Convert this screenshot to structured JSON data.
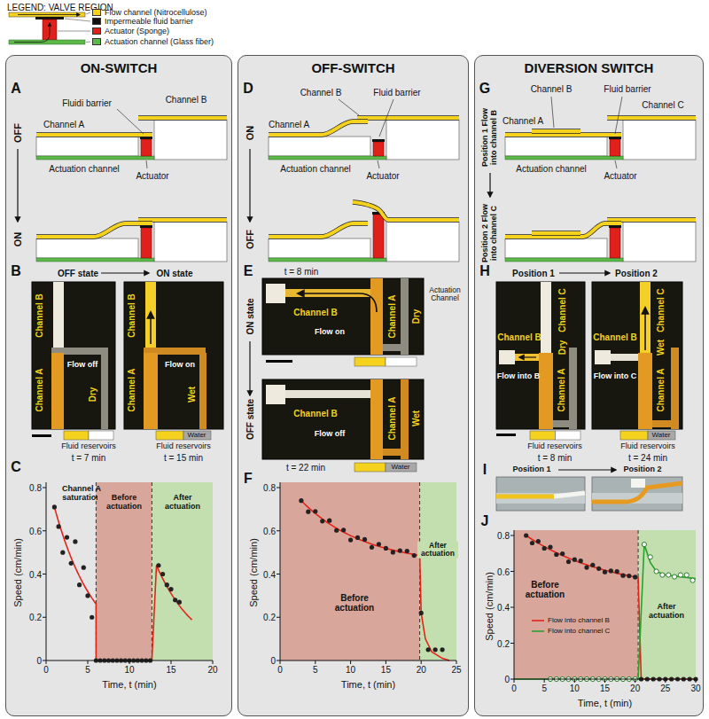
{
  "diagram": {
    "nodes": [
      {
        "text": [
          "ON-SWITCH"
        ]
      },
      {
        "text": [
          "OFF-SWITCH"
        ]
      },
      {
        "text": [
          "DIVERSION SWITCH"
        ]
      }
    ],
    "labels": [
      "LEGEND: VALVE REGION",
      "A",
      "Fluidi barrier",
      "Channel B",
      "Channel A",
      "Actuation channel",
      "Actuator",
      "OFF",
      "ON",
      "B",
      "OFF state",
      "ON state",
      "Channel B",
      "Channel A",
      "Flow off",
      "Dry",
      "Channel B",
      "Channel A",
      "Flow on",
      "Wet",
      "Fluid reservoirs",
      "t = 7 min",
      "Water",
      "Fluid reservoirs",
      "t = 15 min",
      "C",
      "Channel A saturation",
      "Before actuation",
      "After actuation",
      "Speed (cm/min)",
      "0.8",
      "0.6",
      "0.4",
      "0.2",
      "0",
      "0",
      "5",
      "10",
      "15",
      "20",
      "Time, t (min)",
      "D",
      "Channel B",
      "Fluid barrier",
      "Channel A",
      "Actuation channel",
      "Actuator",
      "ON",
      "OFF",
      "E",
      "t = 8 min",
      "ON state",
      "Channel B",
      "Flow on",
      "Channel A",
      "Dry",
      "Actuation Channel",
      "OFF state",
      "Channel B",
      "Flow off",
      "Channel A",
      "Wet",
      "t = 22 min",
      "Water",
      "F",
      "Before actuation",
      "After actuation",
      "Speed (cm/min)",
      "0.8",
      "0.6",
      "0.4",
      "0.2",
      "0",
      "0",
      "5",
      "10",
      "15",
      "20",
      "25",
      "Time, t (min)",
      "G",
      "Position 1 Flow into channel B",
      "Position 2 Flow into channel C",
      "Channel B",
      "Fluid barrier",
      "Channel A",
      "Channel C",
      "Actuation channel",
      "Actuator",
      "H",
      "Position 1",
      "Position 2",
      "Channel C",
      "Dry",
      "Channel B",
      "Flow into B",
      "Channel A",
      "Channel C",
      "Wet",
      "Channel B",
      "Flow into C",
      "Channel A",
      "Fluid reservoirs",
      "t = 8 min",
      "Water",
      "Fluid reservoirs",
      "t = 24 min",
      "I",
      "Position 1",
      "Position 2",
      "J",
      "Before actuation",
      "After actuation",
      "Speed (cm/min)",
      "0.8",
      "0.6",
      "0.4",
      "0.2",
      "0",
      "0",
      "5",
      "10",
      "15",
      "20",
      "25",
      "30",
      "Time, t (min)"
    ],
    "legend": [
      {
        "text": "Flow channel (Nitrocellulose)",
        "color": "#f5d21e"
      },
      {
        "text": "Impermeable fluid barrier",
        "color": "#111111"
      },
      {
        "text": "Actuator (Sponge)",
        "color": "#e0201b"
      },
      {
        "text": "Actuation channel (Glass fiber)",
        "color": "#5cb848"
      },
      {
        "text": "Flow into channel B"
      },
      {
        "text": "Flow into channel C"
      }
    ]
  }
}
